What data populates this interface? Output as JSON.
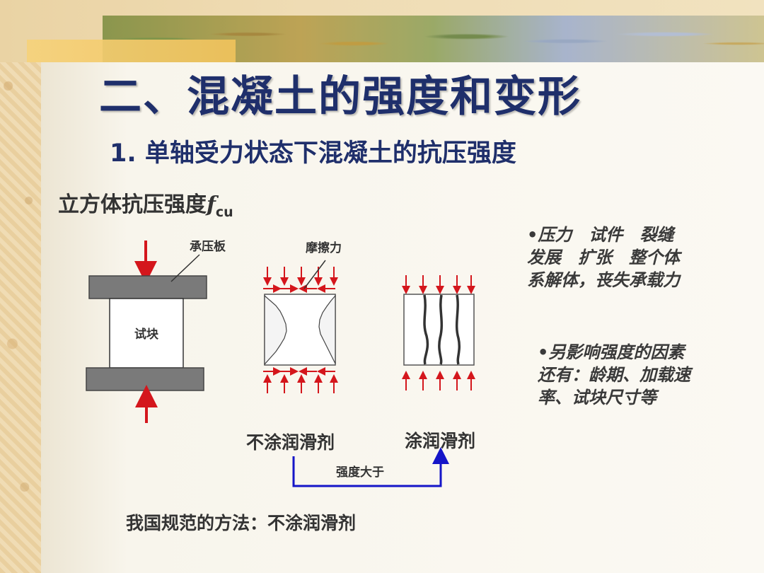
{
  "slide": {
    "title": "二、混凝土的强度和变形",
    "subtitle": "1. 单轴受力状态下混凝土的抗压强度",
    "heading": {
      "text": "立方体抗压强度",
      "symbol": "f",
      "subscript": "cu"
    },
    "diagram_labels": {
      "bearing_plate": "承压板",
      "specimen": "试块",
      "friction": "摩擦力"
    },
    "captions": {
      "no_lubricant": "不涂润滑剂",
      "with_lubricant": "涂润滑剂",
      "stronger_than": "强度大于",
      "national_method": "我国规范的方法：不涂润滑剂"
    },
    "notes": [
      "•压力　试件　裂缝\n发展　扩张　整个体\n系解体，丧失承载力",
      "•另影响强度的因素\n还有：龄期、加载速\n率、试块尺寸等"
    ],
    "colors": {
      "title": "#1f2f6b",
      "arrow_red": "#d4161c",
      "connector_blue": "#1515c8",
      "plate_gray": "#7a7a7a"
    }
  }
}
